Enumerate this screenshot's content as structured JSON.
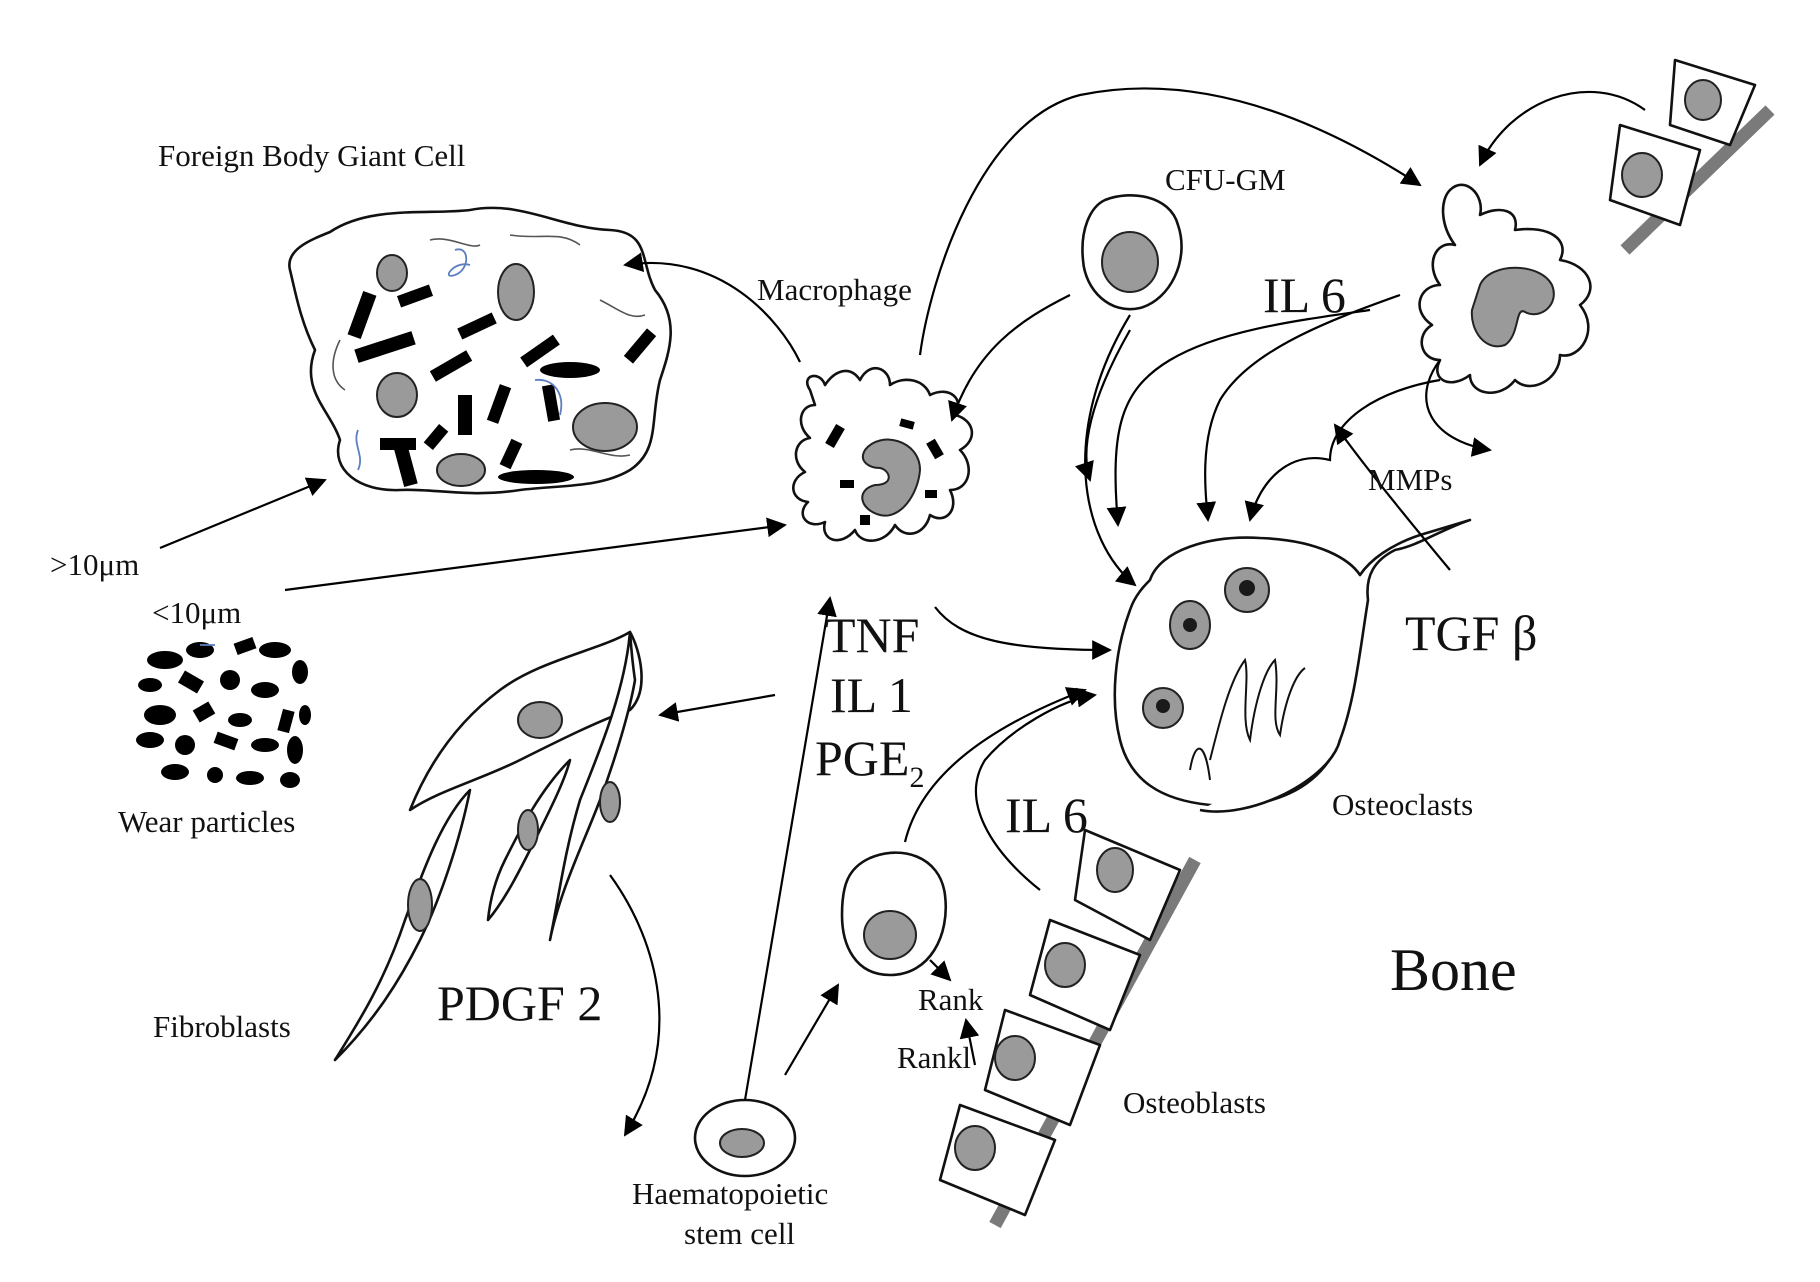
{
  "labels": {
    "foreign_body_giant_cell": "Foreign Body Giant Cell",
    "macrophage": "Macrophage",
    "cfu_gm": "CFU-GM",
    "il6_top": "IL 6",
    "mmps": "MMPs",
    "tgf_beta": "TGF β",
    "gt10um": ">10μm",
    "lt10um": "<10μm",
    "wear_particles": "Wear particles",
    "tnf": "TNF",
    "il1": "IL 1",
    "pge": "PGE",
    "pge_sub": "2",
    "osteoclasts": "Osteoclasts",
    "il6_bottom": "IL 6",
    "fibroblasts": "Fibroblasts",
    "pdgf2": "PDGF 2",
    "bone": "Bone",
    "rank": "Rank",
    "rankl": "Rankl",
    "osteoblasts": "Osteoblasts",
    "hsc_line1": "Haematopoietic",
    "hsc_line2": "stem cell"
  }
}
